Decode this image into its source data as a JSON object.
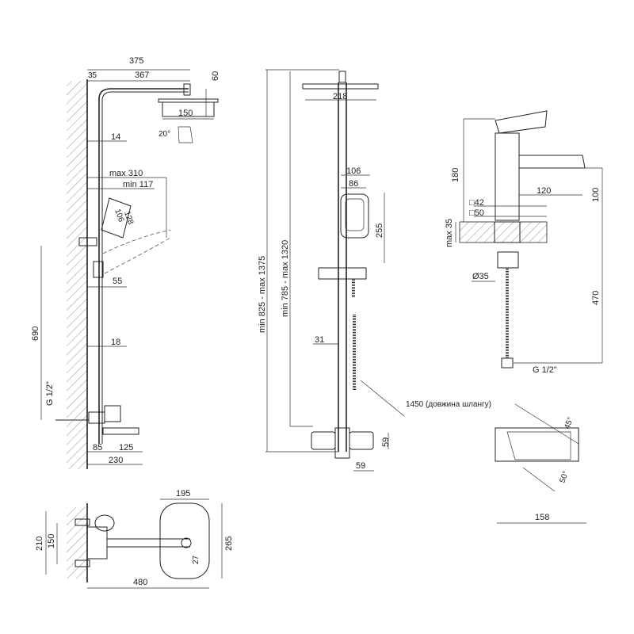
{
  "side_view": {
    "d375": "375",
    "d35": "35",
    "d367": "367",
    "d60": "60",
    "d150": "150",
    "a20": "20°",
    "d14": "14",
    "max310": "max 310",
    "min117": "min 117",
    "d106": "106",
    "d128": "128",
    "d55": "55",
    "d690": "690",
    "d18": "18",
    "g12": "G 1/2\"",
    "d85": "85",
    "d125": "125",
    "d230": "230"
  },
  "top_view": {
    "d195": "195",
    "d210": "210",
    "d150": "150",
    "d265": "265",
    "d27": "27",
    "d480": "480"
  },
  "front_view": {
    "d218": "218",
    "h_total": "min 825 - max 1375",
    "h_bar": "min 785 - max 1320",
    "d106": "106",
    "d86": "86",
    "d255": "255",
    "d31": "31",
    "hose": "1450 (довжина шлангу)",
    "d59v": "59",
    "d59h": "59"
  },
  "faucet": {
    "d180": "180",
    "d120": "120",
    "d100": "100",
    "sq42": "□42",
    "sq50": "□50",
    "max35": "max 35",
    "dia35": "Ø35",
    "d470": "470",
    "g12": "G 1/2\"",
    "a45": "45°",
    "a50": "50°",
    "d158": "158"
  }
}
